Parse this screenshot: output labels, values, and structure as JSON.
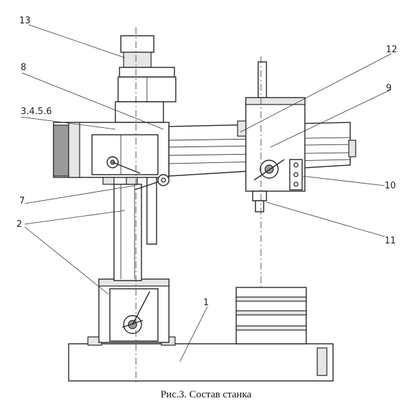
{
  "labels": {
    "l13": "13",
    "l8": "8",
    "l3456": "3.4.5.6",
    "l12": "12",
    "l9": "9",
    "l10": "10",
    "l11": "11",
    "l7": "7",
    "l2": "2",
    "l1": "1"
  },
  "caption": "Рис.3. Состав станка"
}
